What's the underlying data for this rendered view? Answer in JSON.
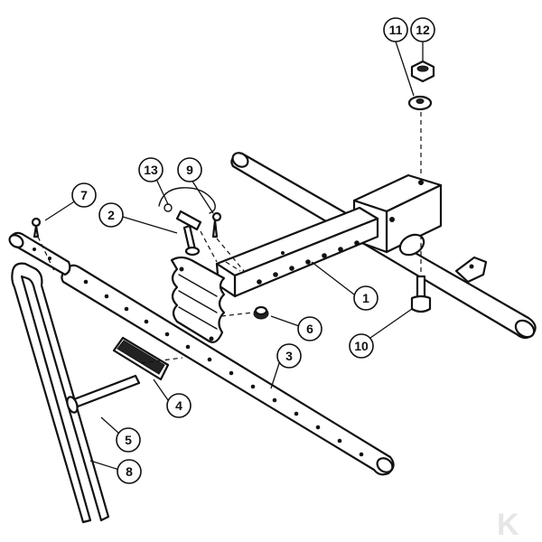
{
  "diagram": {
    "callouts": [
      "1",
      "2",
      "3",
      "4",
      "5",
      "6",
      "7",
      "8",
      "9",
      "10",
      "11",
      "12",
      "13"
    ],
    "logo_letter": "K"
  },
  "colors": {
    "ink": "#111111",
    "paper": "#ffffff",
    "watermark": "#e6e6e6"
  }
}
